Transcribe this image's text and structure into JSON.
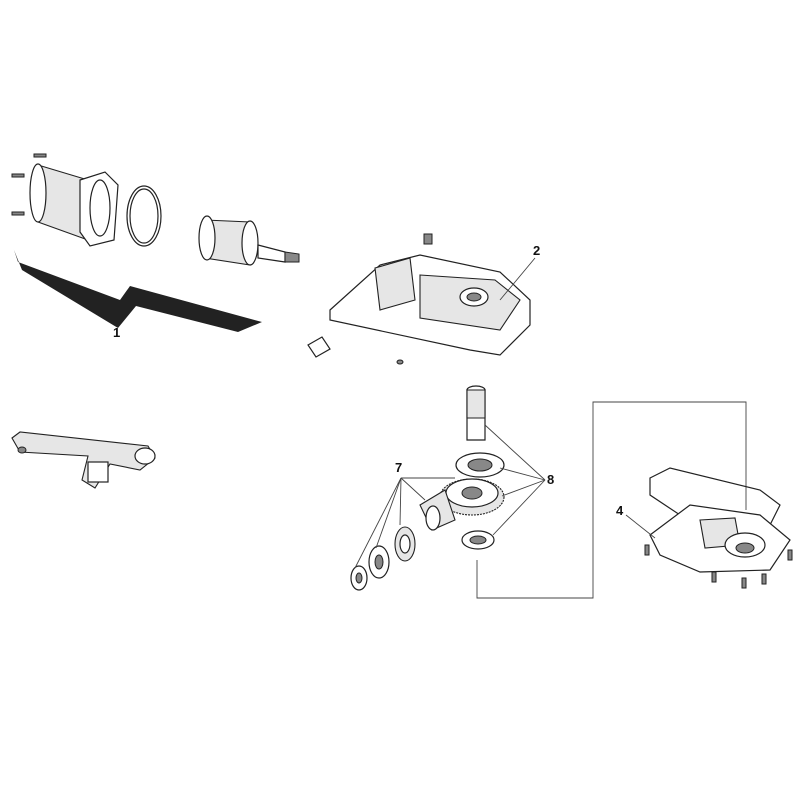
{
  "diagram": {
    "callouts": [
      {
        "id": "callout-1",
        "text": "1"
      },
      {
        "id": "callout-2",
        "text": "2"
      },
      {
        "id": "callout-4",
        "text": "4"
      },
      {
        "id": "callout-7",
        "text": "7"
      },
      {
        "id": "callout-8",
        "text": "8"
      }
    ]
  }
}
